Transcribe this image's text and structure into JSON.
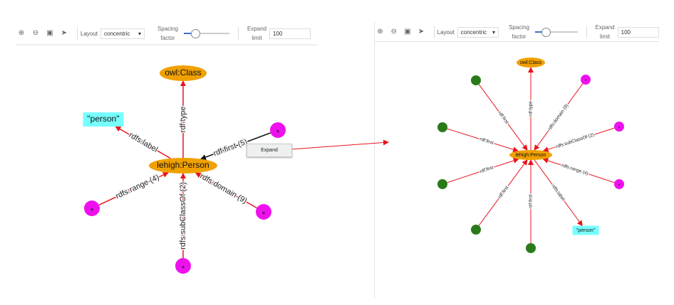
{
  "toolbar": {
    "layout_label": "Layout",
    "layout_value": "concentric",
    "spacing_label_1": "Spacing",
    "spacing_label_2": "factor",
    "spacing_value": 0.25,
    "expand_label_1": "Expand",
    "expand_label_2": "limit",
    "expand_value": "100",
    "icons": [
      "zoom-in-icon",
      "zoom-out-icon",
      "fit-icon",
      "pointer-icon"
    ]
  },
  "left_graph": {
    "nodes": [
      {
        "id": "c",
        "label": "lehigh:Person",
        "type": "class"
      },
      {
        "id": "o",
        "label": "owl:Class",
        "type": "class"
      },
      {
        "id": "p",
        "label": "\"person\"",
        "type": "literal"
      },
      {
        "id": "m1",
        "label": "*",
        "type": "blank"
      },
      {
        "id": "m2",
        "label": "*",
        "type": "blank"
      },
      {
        "id": "m3",
        "label": "*",
        "type": "blank"
      },
      {
        "id": "m4",
        "label": "*",
        "type": "blank"
      }
    ],
    "edges": [
      {
        "from": "c",
        "to": "o",
        "label": "rdf:type"
      },
      {
        "from": "c",
        "to": "p",
        "label": "rdfs:label"
      },
      {
        "from": "m1",
        "to": "c",
        "label": "rdf:first (5)",
        "selected": true
      },
      {
        "from": "m2",
        "to": "c",
        "label": "rdfs:range (4)"
      },
      {
        "from": "m3",
        "to": "c",
        "label": "rdfs:domain (9)"
      },
      {
        "from": "m4",
        "to": "c",
        "label": "rdfs:subClassOf (2)"
      }
    ],
    "context_menu": {
      "item": "Expand"
    }
  },
  "right_graph": {
    "nodes": [
      {
        "id": "c",
        "label": "lehigh:Person",
        "type": "class"
      },
      {
        "id": "o",
        "label": "owl:Class",
        "type": "class"
      },
      {
        "id": "p",
        "label": "\"person\"",
        "type": "literal"
      },
      {
        "id": "g1",
        "label": "",
        "type": "expanded"
      },
      {
        "id": "g2",
        "label": "",
        "type": "expanded"
      },
      {
        "id": "g3",
        "label": "",
        "type": "expanded"
      },
      {
        "id": "g4",
        "label": "",
        "type": "expanded"
      },
      {
        "id": "g5",
        "label": "",
        "type": "expanded"
      },
      {
        "id": "m1",
        "label": "*",
        "type": "blank"
      },
      {
        "id": "m2",
        "label": "*",
        "type": "blank"
      },
      {
        "id": "m3",
        "label": "*",
        "type": "blank"
      }
    ],
    "edges": [
      {
        "from": "c",
        "to": "o",
        "label": "rdf:type"
      },
      {
        "from": "g1",
        "to": "c",
        "label": "rdf:first"
      },
      {
        "from": "g2",
        "to": "c",
        "label": "rdf:first"
      },
      {
        "from": "g3",
        "to": "c",
        "label": "rdf:first"
      },
      {
        "from": "g4",
        "to": "c",
        "label": "rdf:first"
      },
      {
        "from": "g5",
        "to": "c",
        "label": "rdf:first"
      },
      {
        "from": "m1",
        "to": "c",
        "label": "rdfs:domain (9)"
      },
      {
        "from": "m2",
        "to": "c",
        "label": "rdfs:subClassOf (2)"
      },
      {
        "from": "m3",
        "to": "c",
        "label": "rdfs:range (4)"
      },
      {
        "from": "c",
        "to": "p",
        "label": "rdfs:label"
      }
    ]
  },
  "colors": {
    "class": "#f0a000",
    "literal": "#77ffff",
    "blank": "#ee11ee",
    "expanded": "#2a7a1a",
    "edge": "#e8141c"
  }
}
